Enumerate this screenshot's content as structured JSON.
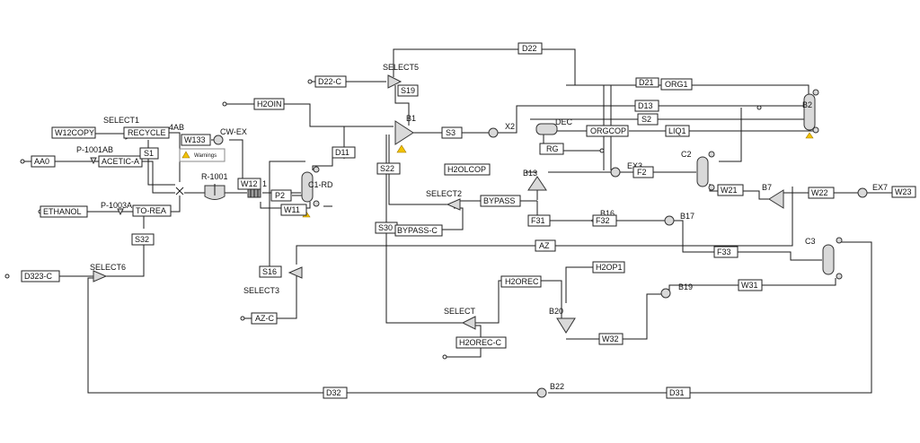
{
  "streams": {
    "D22": "D22",
    "D22C": "D22-C",
    "S19": "S19",
    "H2OIN": "H2OIN",
    "D21": "D21",
    "ORG1": "ORG1",
    "D13": "D13",
    "S2": "S2",
    "S3": "S3",
    "ORGCOP": "ORGCOP",
    "LIQ1": "LIQ1",
    "RG": "RG",
    "W12COPY": "W12COPY",
    "RECYCLE": "RECYCLE",
    "W133": "W133",
    "ACETICA": "ACETIC-A",
    "S1": "S1",
    "AA0": "AA0",
    "D11": "D11",
    "S22": "S22",
    "H2OLCOP": "H2OLCOP",
    "F2": "F2",
    "W21": "W21",
    "W22": "W22",
    "W23": "W23",
    "W12": "W12",
    "P2": "P2",
    "W11": "W11",
    "ETHANOL": "ETHANOL",
    "TOREA": "TO-REA",
    "BYPASS": "BYPASS",
    "F31": "F31",
    "F32": "F32",
    "S30": "S30",
    "BYPASSC": "BYPASS-C",
    "S32": "S32",
    "AZ": "AZ",
    "F33": "F33",
    "D323C": "D323-C",
    "S16": "S16",
    "H2OP1": "H2OP1",
    "H2OREC": "H2OREC",
    "W31": "W31",
    "AZC": "AZ-C",
    "W32": "W32",
    "H2ORECC": "H2OREC-C",
    "D32": "D32",
    "D31": "D31"
  },
  "blocks": {
    "SELECT5": "SELECT5",
    "B1": "B1",
    "X2": "X2",
    "DEC": "DEC",
    "B2": "B2",
    "SELECT1": "SELECT1",
    "B4AB": "4AB",
    "CWEX": "CW-EX",
    "P1001AB": "P-1001AB",
    "R1001": "R-1001",
    "W12HX": "1",
    "C1RD": "C1-RD",
    "B13": "B13",
    "EX3": "EX3",
    "C2": "C2",
    "B7": "B7",
    "EX7": "EX7",
    "SELECT2": "SELECT2",
    "P1003A": "P-1003A",
    "B16": "B16",
    "B17": "B17",
    "C3": "C3",
    "SELECT6": "SELECT6",
    "SELECT3": "SELECT3",
    "B20": "B20",
    "B19": "B19",
    "SELECT4": "SELECT",
    "B22": "B22"
  },
  "warnings": {
    "label": "Warnings"
  }
}
